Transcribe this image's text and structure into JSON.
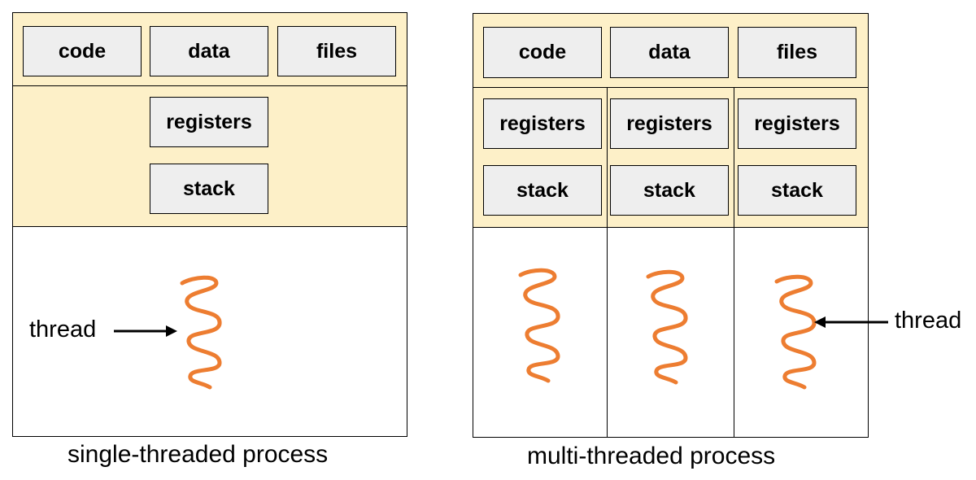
{
  "colors": {
    "shared_band": "#fdf0c8",
    "box_fill": "#eeeeee",
    "thread": "#ed7d31",
    "outline": "#000000"
  },
  "single": {
    "shared": [
      "code",
      "data",
      "files"
    ],
    "registers": "registers",
    "stack": "stack",
    "thread_label": "thread",
    "caption": "single-threaded process"
  },
  "multi": {
    "shared": [
      "code",
      "data",
      "files"
    ],
    "threads": [
      {
        "registers": "registers",
        "stack": "stack"
      },
      {
        "registers": "registers",
        "stack": "stack"
      },
      {
        "registers": "registers",
        "stack": "stack"
      }
    ],
    "thread_label": "thread",
    "caption": "multi-threaded process"
  }
}
